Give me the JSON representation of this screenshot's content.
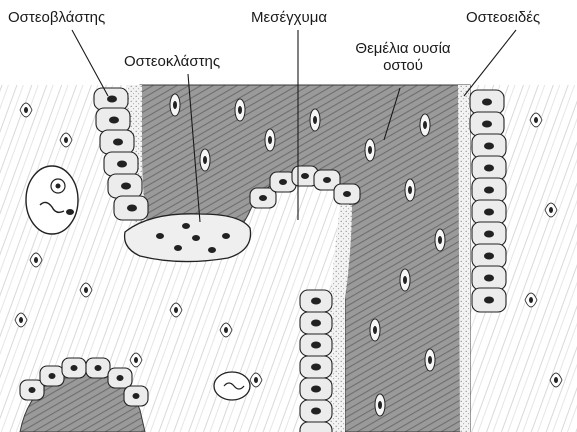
{
  "labels": {
    "osteoblast": "Οστεοβλάστης",
    "osteoclast": "Οστεοκλάστης",
    "mesenchyme": "Μεσέγχυμα",
    "bone_matrix_line1": "Θεμέλια ουσία",
    "bone_matrix_line2": "οστού",
    "osteoid": "Οστεοειδές"
  },
  "colors": {
    "ink": "#1a1a1a",
    "matrix_fill": "#8f8f8f",
    "osteoid_stipple": "#b8b8b8",
    "cell_fill": "#e9e9e9"
  },
  "icons": {
    "nucleus": "dark-oval",
    "lacuna": "spindle-cell"
  }
}
